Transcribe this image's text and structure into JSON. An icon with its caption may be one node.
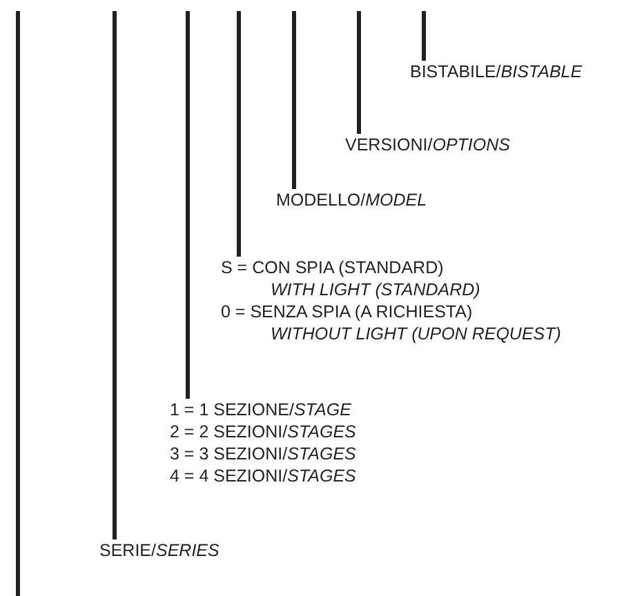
{
  "diagram": {
    "nodes": [
      {
        "text": [
          "BISTABILE/*BISTABLE*"
        ]
      },
      {
        "text": [
          "VERSIONI/*OPTIONS*"
        ]
      },
      {
        "text": [
          "MODELLO/*MODEL*"
        ]
      },
      {
        "text": [
          "S = CON SPIA (STANDARD)",
          "WITH LIGHT (STANDARD)",
          "0 = SENZA SPIA (A RICHIESTA)",
          "WITHOUT LIGHT (UPON REQUEST)"
        ]
      },
      {
        "text": [
          "1 = 1 SEZIONE/*STAGE*",
          "2 = 2 SEZIONI/*STAGES*",
          "3 = 3 SEZIONI/*STAGES*",
          "4 = 4 SEZIONI/*STAGES*"
        ]
      },
      {
        "text": [
          "SERIE/*SERIES*"
        ]
      }
    ],
    "edges": [
      {
        "from": null,
        "to": 0,
        "arrow": "none"
      },
      {
        "from": null,
        "to": 1,
        "arrow": "none"
      },
      {
        "from": null,
        "to": 2,
        "arrow": "none"
      },
      {
        "from": null,
        "to": 3,
        "arrow": "none"
      },
      {
        "from": null,
        "to": 4,
        "arrow": "none"
      },
      {
        "from": null,
        "to": 5,
        "arrow": "none"
      }
    ]
  }
}
